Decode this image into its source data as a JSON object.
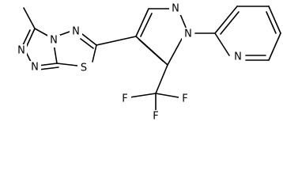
{
  "molecule": {
    "atoms": {
      "n_tz_top": "N",
      "n_tz_bridge": "N",
      "n_tz_left": "N",
      "n_tz_bottom": "N",
      "s_thiadiazole": "S",
      "n_pz_top": "N",
      "n_pz_sub": "N",
      "n_pyridine": "N",
      "f_top": "F",
      "f_left": "F",
      "f_right": "F"
    }
  }
}
